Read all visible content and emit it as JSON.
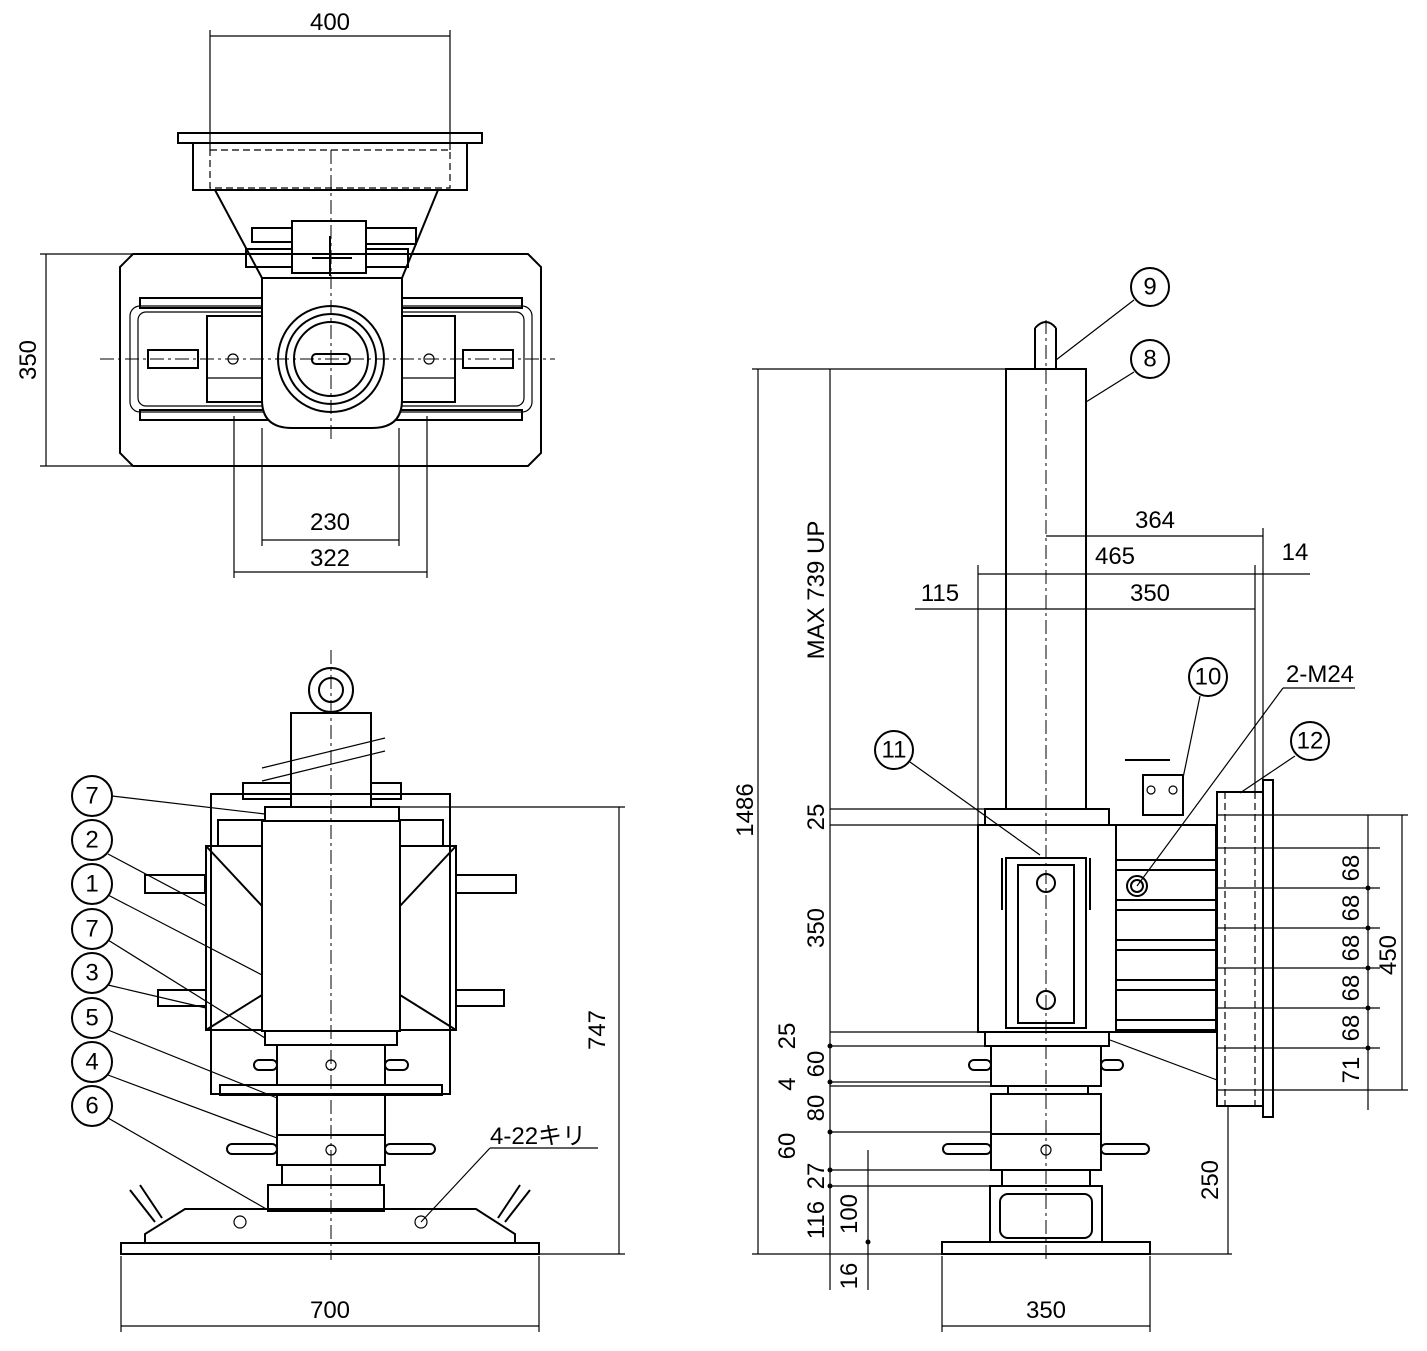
{
  "top_view": {
    "dims": {
      "width_top": "400",
      "height_left": "350",
      "inner_width": "230",
      "outer_width": "322"
    }
  },
  "front_view": {
    "dims": {
      "base_width": "700",
      "height_right": "747",
      "holes_note": "4-22キリ"
    },
    "balloons": [
      "7",
      "2",
      "1",
      "7",
      "3",
      "5",
      "4",
      "6"
    ]
  },
  "side_view": {
    "dims": {
      "total_height": "1486",
      "stroke_note": "MAX 739 UP",
      "d364": "364",
      "d465": "465",
      "d14": "14",
      "d115": "115",
      "d350_top": "350",
      "thread_note": "2-M24",
      "v25a": "25",
      "v350": "350",
      "v25b": "25",
      "v60a": "60",
      "v4": "4",
      "v80": "80",
      "v60b": "60",
      "v27": "27",
      "v116": "116",
      "v100": "100",
      "v16": "16",
      "r68a": "68",
      "r68b": "68",
      "r68c": "68",
      "r68d": "68",
      "r68e": "68",
      "r71": "71",
      "r450": "450",
      "r250": "250",
      "base_width": "350"
    },
    "balloons": [
      "9",
      "8",
      "10",
      "11",
      "12"
    ]
  }
}
